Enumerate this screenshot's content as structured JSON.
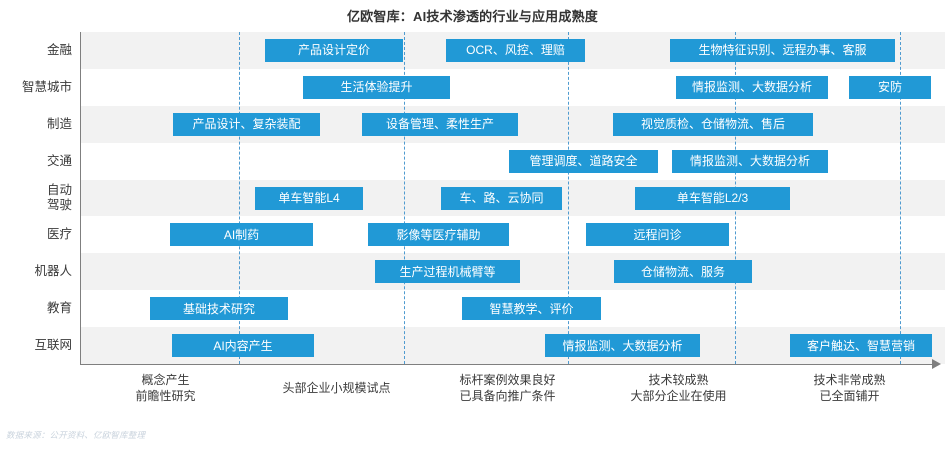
{
  "chart_data": {
    "type": "bar",
    "title": "亿欧智库：AI技术渗透的行业与应用成熟度",
    "xlabel": "",
    "ylabel": "",
    "grid": true,
    "legend": false,
    "axis_range": [
      0,
      5
    ],
    "accent_color": "#2199d6",
    "band_color": "#f2f2f2",
    "gridline_color": "#4f9bd0",
    "stage_labels": [
      {
        "line1": "概念产生",
        "line2": "前瞻性研究",
        "center": 0.5
      },
      {
        "line1": "头部企业小规模试点",
        "line2": "",
        "center": 1.5
      },
      {
        "line1": "标杆案例效果良好",
        "line2": "已具备向推广条件",
        "center": 2.5
      },
      {
        "line1": "技术较成熟",
        "line2": "大部分企业在使用",
        "center": 3.5
      },
      {
        "line1": "技术非常成熟",
        "line2": "已全面铺开",
        "center": 4.5
      }
    ],
    "gridline_positions": [
      239,
      404,
      568,
      735,
      900
    ],
    "categories": [
      "金融",
      "智慧城市",
      "制造",
      "交通",
      "自动\n驾驶",
      "医疗",
      "机器人",
      "教育",
      "互联网"
    ],
    "rows": [
      {
        "category": "金融",
        "label_lines": [
          "金融"
        ],
        "bars": [
          {
            "text": "产品设计定价",
            "start": 265,
            "end": 403
          },
          {
            "text": "OCR、风控、理赔",
            "start": 446,
            "end": 585
          },
          {
            "text": "生物特征识别、远程办事、客服",
            "start": 670,
            "end": 895
          }
        ]
      },
      {
        "category": "智慧城市",
        "label_lines": [
          "智慧城市"
        ],
        "bars": [
          {
            "text": "生活体验提升",
            "start": 303,
            "end": 450
          },
          {
            "text": "情报监测、大数据分析",
            "start": 676,
            "end": 828
          },
          {
            "text": "安防",
            "start": 849,
            "end": 931
          }
        ]
      },
      {
        "category": "制造",
        "label_lines": [
          "制造"
        ],
        "bars": [
          {
            "text": "产品设计、复杂装配",
            "start": 173,
            "end": 320
          },
          {
            "text": "设备管理、柔性生产",
            "start": 362,
            "end": 518
          },
          {
            "text": "视觉质检、仓储物流、售后",
            "start": 613,
            "end": 813
          }
        ]
      },
      {
        "category": "交通",
        "label_lines": [
          "交通"
        ],
        "bars": [
          {
            "text": "管理调度、道路安全",
            "start": 509,
            "end": 658
          },
          {
            "text": "情报监测、大数据分析",
            "start": 672,
            "end": 828
          }
        ]
      },
      {
        "category": "自动驾驶",
        "label_lines": [
          "自动",
          "驾驶"
        ],
        "bars": [
          {
            "text": "单车智能L4",
            "start": 255,
            "end": 363
          },
          {
            "text": "车、路、云协同",
            "start": 441,
            "end": 562
          },
          {
            "text": "单车智能L2/3",
            "start": 635,
            "end": 790
          }
        ]
      },
      {
        "category": "医疗",
        "label_lines": [
          "医疗"
        ],
        "bars": [
          {
            "text": "AI制药",
            "start": 170,
            "end": 313
          },
          {
            "text": "影像等医疗辅助",
            "start": 368,
            "end": 509
          },
          {
            "text": "远程问诊",
            "start": 586,
            "end": 729
          }
        ]
      },
      {
        "category": "机器人",
        "label_lines": [
          "机器人"
        ],
        "bars": [
          {
            "text": "生产过程机械臂等",
            "start": 375,
            "end": 520
          },
          {
            "text": "仓储物流、服务",
            "start": 614,
            "end": 752
          }
        ]
      },
      {
        "category": "教育",
        "label_lines": [
          "教育"
        ],
        "bars": [
          {
            "text": "基础技术研究",
            "start": 150,
            "end": 288
          },
          {
            "text": "智慧教学、评价",
            "start": 462,
            "end": 601
          }
        ]
      },
      {
        "category": "互联网",
        "label_lines": [
          "互联网"
        ],
        "bars": [
          {
            "text": "AI内容产生",
            "start": 172,
            "end": 314
          },
          {
            "text": "情报监测、大数据分析",
            "start": 545,
            "end": 700
          },
          {
            "text": "客户触达、智慧营销",
            "start": 790,
            "end": 932
          }
        ]
      }
    ]
  },
  "footer": {
    "source_note": "数据来源：公开资料、亿欧智库整理"
  }
}
